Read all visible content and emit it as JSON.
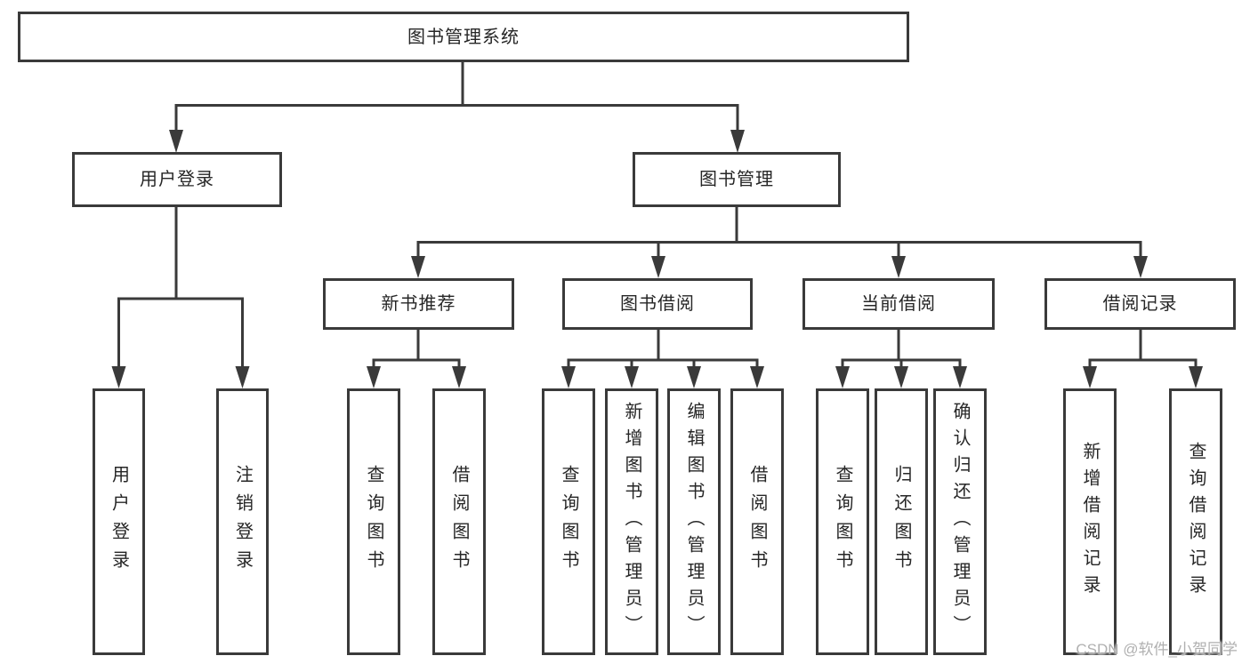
{
  "watermark": "CSDN @软件_小贺同学",
  "colors": {
    "line": "#3a3a3a",
    "text": "#262626",
    "watermark": "#b0b0b0",
    "bg": "#ffffff"
  },
  "tree": {
    "root": {
      "label": "图书管理系统"
    },
    "branches": [
      {
        "label": "用户登录",
        "leaves": [
          {
            "label": "用户登录"
          },
          {
            "label": "注销登录"
          }
        ]
      },
      {
        "label": "图书管理",
        "groups": [
          {
            "label": "新书推荐",
            "leaves": [
              {
                "label": "查询图书"
              },
              {
                "label": "借阅图书"
              }
            ]
          },
          {
            "label": "图书借阅",
            "leaves": [
              {
                "label": "查询图书"
              },
              {
                "label": "新增图书（管理员）"
              },
              {
                "label": "编辑图书（管理员）"
              },
              {
                "label": "借阅图书"
              }
            ]
          },
          {
            "label": "当前借阅",
            "leaves": [
              {
                "label": "查询图书"
              },
              {
                "label": "归还图书"
              },
              {
                "label": "确认归还（管理员）"
              }
            ]
          },
          {
            "label": "借阅记录",
            "leaves": [
              {
                "label": "新增借阅记录"
              },
              {
                "label": "查询借阅记录"
              }
            ]
          }
        ]
      }
    ]
  }
}
